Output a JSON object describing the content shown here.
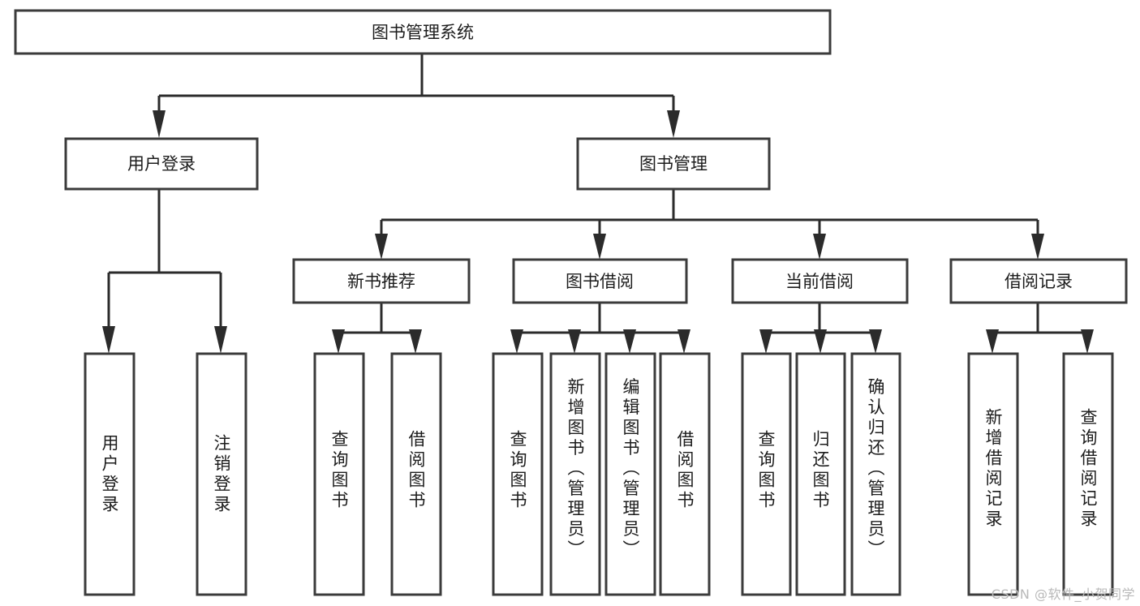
{
  "diagram": {
    "type": "tree-hierarchy",
    "title": "图书管理系统",
    "watermark": "CSDN @软件_小贺同学",
    "colors": {
      "box_stroke": "#3b3b3b",
      "box_fill": "#ffffff",
      "connector": "#2b2b2b",
      "text": "#1c1c1c",
      "watermark": "#b9b9b9"
    },
    "levels": {
      "root": "图书管理系统",
      "level2": [
        "用户登录",
        "图书管理"
      ],
      "level3": [
        "新书推荐",
        "图书借阅",
        "当前借阅",
        "借阅记录"
      ]
    },
    "nodes": {
      "root": {
        "label": "图书管理系统"
      },
      "user_login": {
        "label": "用户登录"
      },
      "book_manage": {
        "label": "图书管理"
      },
      "new_book_rec": {
        "label": "新书推荐"
      },
      "book_borrow": {
        "label": "图书借阅"
      },
      "current_borrow": {
        "label": "当前借阅"
      },
      "borrow_record": {
        "label": "借阅记录"
      }
    },
    "leaves": {
      "user_login": [
        {
          "label": "用户登录"
        },
        {
          "label": "注销登录"
        }
      ],
      "new_book_rec": [
        {
          "label": "查询图书"
        },
        {
          "label": "借阅图书"
        }
      ],
      "book_borrow": [
        {
          "label": "查询图书"
        },
        {
          "label": "新增图书（管理员）"
        },
        {
          "label": "编辑图书（管理员）"
        },
        {
          "label": "借阅图书"
        }
      ],
      "current_borrow": [
        {
          "label": "查询图书"
        },
        {
          "label": "归还图书"
        },
        {
          "label": "确认归还（管理员）"
        }
      ],
      "borrow_record": [
        {
          "label": "新增借阅记录"
        },
        {
          "label": "查询借阅记录"
        }
      ]
    }
  }
}
